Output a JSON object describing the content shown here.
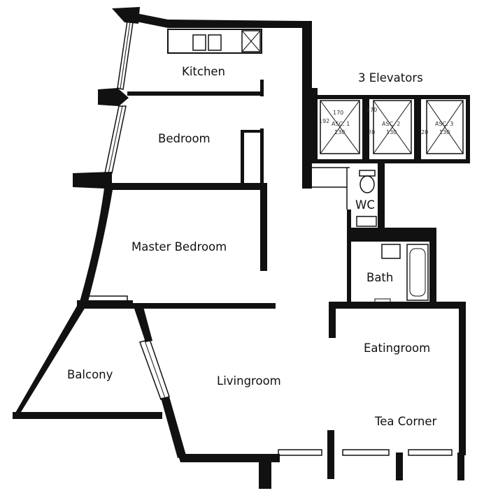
{
  "rooms": {
    "kitchen": "Kitchen",
    "elevators": "3 Elevators",
    "bedroom": "Bedroom",
    "wc": "WC",
    "master_bedroom": "Master Bedroom",
    "bath": "Bath",
    "eatingroom": "Eatingroom",
    "balcony": "Balcony",
    "livingroom": "Livingroom",
    "tea_corner": "Tea Corner"
  },
  "elevator_cars": [
    {
      "label": "ASC. 1",
      "width": "130",
      "depth": "170",
      "door": "192"
    },
    {
      "label": "ASC. 2",
      "width": "130",
      "depth": "170",
      "door": "20"
    },
    {
      "label": "ASC. 3",
      "width": "130",
      "depth": "",
      "door": "20"
    }
  ],
  "colors": {
    "wall": "#111111",
    "background": "#ffffff"
  }
}
